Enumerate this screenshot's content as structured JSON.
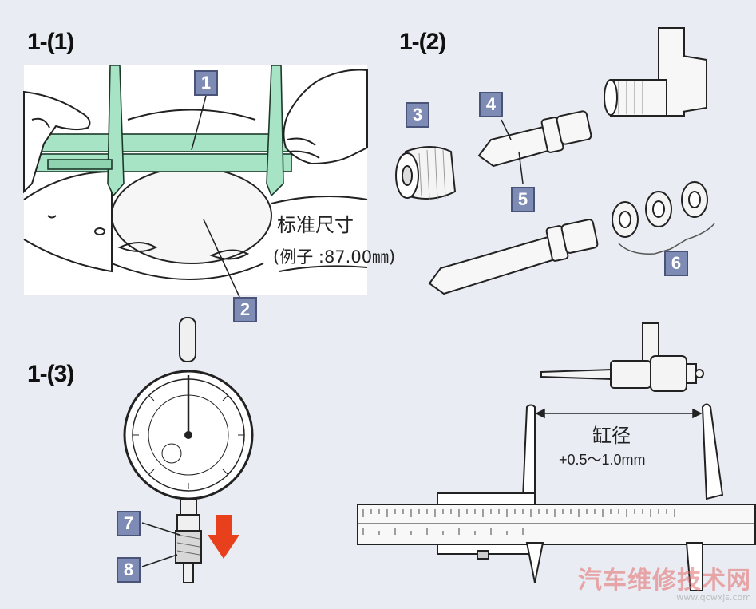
{
  "steps": {
    "s1": "1-(1)",
    "s2": "1-(2)",
    "s3": "1-(3)"
  },
  "callouts": {
    "c1": "1",
    "c2": "2",
    "c3": "3",
    "c4": "4",
    "c5": "5",
    "c6": "6",
    "c7": "7",
    "c8": "8"
  },
  "panel1": {
    "std_line1": "标准尺寸",
    "std_line2": "(例子 :87.00㎜)"
  },
  "panel4": {
    "bore_label": "缸径",
    "bore_range": "+0.5～1.0mm"
  },
  "watermark": {
    "text": "汽车维修技术网",
    "url": "www.qcwxjs.com"
  },
  "colors": {
    "caliper_green": "#a7e3c5",
    "callout_bg": "#7d8bb5",
    "arrow_red": "#e8401c",
    "background": "#e9ecf2"
  }
}
